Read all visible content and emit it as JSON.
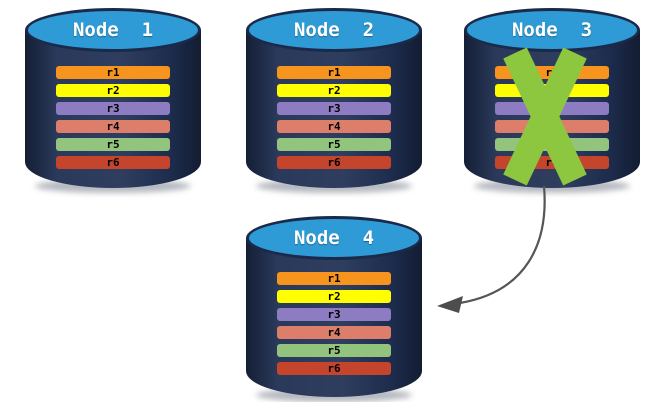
{
  "diagram": {
    "title_semantic": "replicated-database-failover",
    "colors": {
      "background": "#FFFFFF",
      "cylinder_body": "#1F2F52",
      "cylinder_top": "#2E9BD6",
      "cylinder_outline": "#1B2A4A",
      "title_text": "#FFFFFF",
      "row_text": "#000000",
      "failure_x": "#8DC63F",
      "arrow": "#555555",
      "arrowhead": "#4D4D4D"
    },
    "arrow": {
      "from": "Node  3",
      "to": "Node  4"
    },
    "nodes": [
      {
        "label": "Node  1",
        "failed": false,
        "rows": [
          {
            "label": "r1",
            "color": "#F7941E"
          },
          {
            "label": "r2",
            "color": "#FFFF00"
          },
          {
            "label": "r3",
            "color": "#8D7CC2"
          },
          {
            "label": "r4",
            "color": "#DD7E6B"
          },
          {
            "label": "r5",
            "color": "#93C47D"
          },
          {
            "label": "r6",
            "color": "#C4452C"
          }
        ]
      },
      {
        "label": "Node  2",
        "failed": false,
        "rows": [
          {
            "label": "r1",
            "color": "#F7941E"
          },
          {
            "label": "r2",
            "color": "#FFFF00"
          },
          {
            "label": "r3",
            "color": "#8D7CC2"
          },
          {
            "label": "r4",
            "color": "#DD7E6B"
          },
          {
            "label": "r5",
            "color": "#93C47D"
          },
          {
            "label": "r6",
            "color": "#C4452C"
          }
        ]
      },
      {
        "label": "Node  3",
        "failed": true,
        "rows": [
          {
            "label": "r1",
            "color": "#F7941E"
          },
          {
            "label": "r2",
            "color": "#FFFF00"
          },
          {
            "label": "r3",
            "color": "#8D7CC2"
          },
          {
            "label": "r4",
            "color": "#DD7E6B"
          },
          {
            "label": "r5",
            "color": "#93C47D"
          },
          {
            "label": "r6",
            "color": "#C4452C"
          }
        ]
      },
      {
        "label": "Node  4",
        "failed": false,
        "rows": [
          {
            "label": "r1",
            "color": "#F7941E"
          },
          {
            "label": "r2",
            "color": "#FFFF00"
          },
          {
            "label": "r3",
            "color": "#8D7CC2"
          },
          {
            "label": "r4",
            "color": "#DD7E6B"
          },
          {
            "label": "r5",
            "color": "#93C47D"
          },
          {
            "label": "r6",
            "color": "#C4452C"
          }
        ]
      }
    ]
  }
}
